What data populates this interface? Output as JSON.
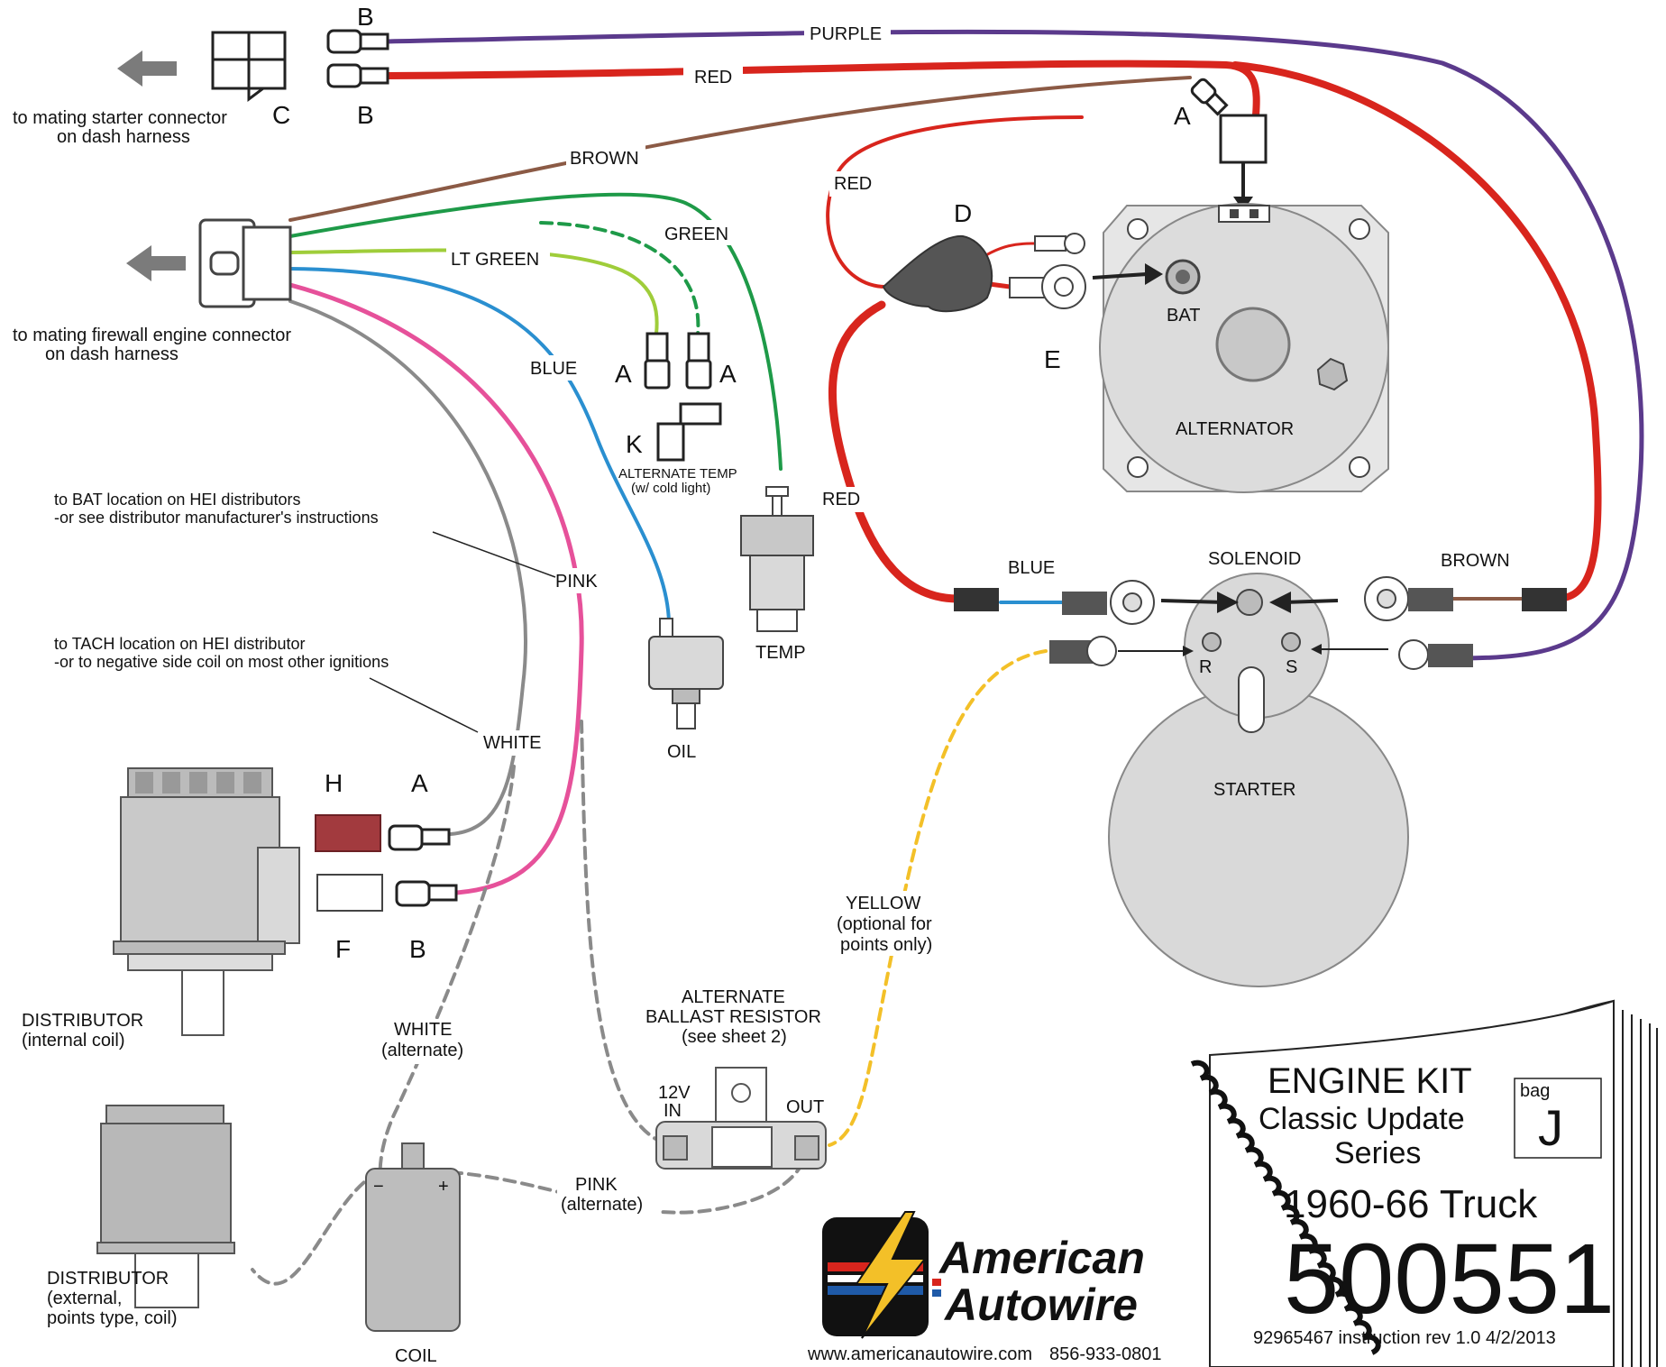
{
  "wires": {
    "purple": "PURPLE",
    "red_top": "RED",
    "brown_top": "BROWN",
    "green": "GREEN",
    "lt_green": "LT GREEN",
    "blue": "BLUE",
    "pink": "PINK",
    "white": "WHITE",
    "red_left_top": "RED",
    "red_left_bottom": "RED",
    "blue_solenoid": "BLUE",
    "brown_solenoid": "BROWN",
    "yellow_l1": "YELLOW",
    "yellow_l2": "(optional for",
    "yellow_l3": "points only)",
    "white_alt_l1": "WHITE",
    "white_alt_l2": "(alternate)",
    "pink_alt_l1": "PINK",
    "pink_alt_l2": "(alternate)"
  },
  "letters": {
    "b_top": "B",
    "b_mid": "B",
    "c": "C",
    "a_top": "A",
    "d": "D",
    "e": "E",
    "a_left": "A",
    "a_right": "A",
    "k": "K",
    "h": "H",
    "a_dist": "A",
    "f": "F",
    "b_dist": "B"
  },
  "notes": {
    "starter_conn_l1": "to mating starter connector",
    "starter_conn_l2": "on dash harness",
    "firewall_conn_l1": "to mating firewall  engine connector",
    "firewall_conn_l2": "on dash harness",
    "bat_hei_l1": "to BAT location on HEI distributors",
    "bat_hei_l2": "-or see distributor manufacturer's instructions",
    "tach_hei_l1": "to TACH location on HEI distributor",
    "tach_hei_l2": "-or to negative side coil on most other ignitions",
    "alt_temp_l1": "ALTERNATE TEMP",
    "alt_temp_l2": "(w/ cold light)"
  },
  "components": {
    "bat": "BAT",
    "alternator": "ALTERNATOR",
    "temp": "TEMP",
    "oil": "OIL",
    "solenoid": "SOLENOID",
    "r": "R",
    "s": "S",
    "starter": "STARTER",
    "dist_int_l1": "DISTRIBUTOR",
    "dist_int_l2": "(internal coil)",
    "dist_ext_l1": "DISTRIBUTOR",
    "dist_ext_l2": "(external,",
    "dist_ext_l3": "points type, coil)",
    "coil": "COIL",
    "coil_minus": "−",
    "coil_plus": "+",
    "ballast_l1": "ALTERNATE",
    "ballast_l2": "BALLAST RESISTOR",
    "ballast_l3": "(see sheet 2)",
    "in_l1": "12V",
    "in_l2": "IN",
    "out": "OUT"
  },
  "kit": {
    "title": "ENGINE KIT",
    "series_l1": "Classic Update",
    "series_l2": "Series",
    "bag_label": "bag",
    "bag_letter": "J",
    "vehicle": "1960-66 Truck",
    "part_number": "500551",
    "instruction": "92965467 instruction  rev 1.0  4/2/2013"
  },
  "brand": {
    "line1": "American",
    "line2": "Autowire",
    "website": "www.americanautowire.com",
    "phone": "856-933-0801"
  },
  "colors": {
    "purple": "#5b3a8c",
    "red": "#d8251d",
    "brown": "#8b5a45",
    "green": "#1e9a48",
    "lt_green": "#9fcd3a",
    "blue": "#2a8fd0",
    "pink": "#e6519a",
    "white_wire": "#8a8a8a",
    "yellow": "#f3c028",
    "component_gray": "#d9d9d9"
  }
}
